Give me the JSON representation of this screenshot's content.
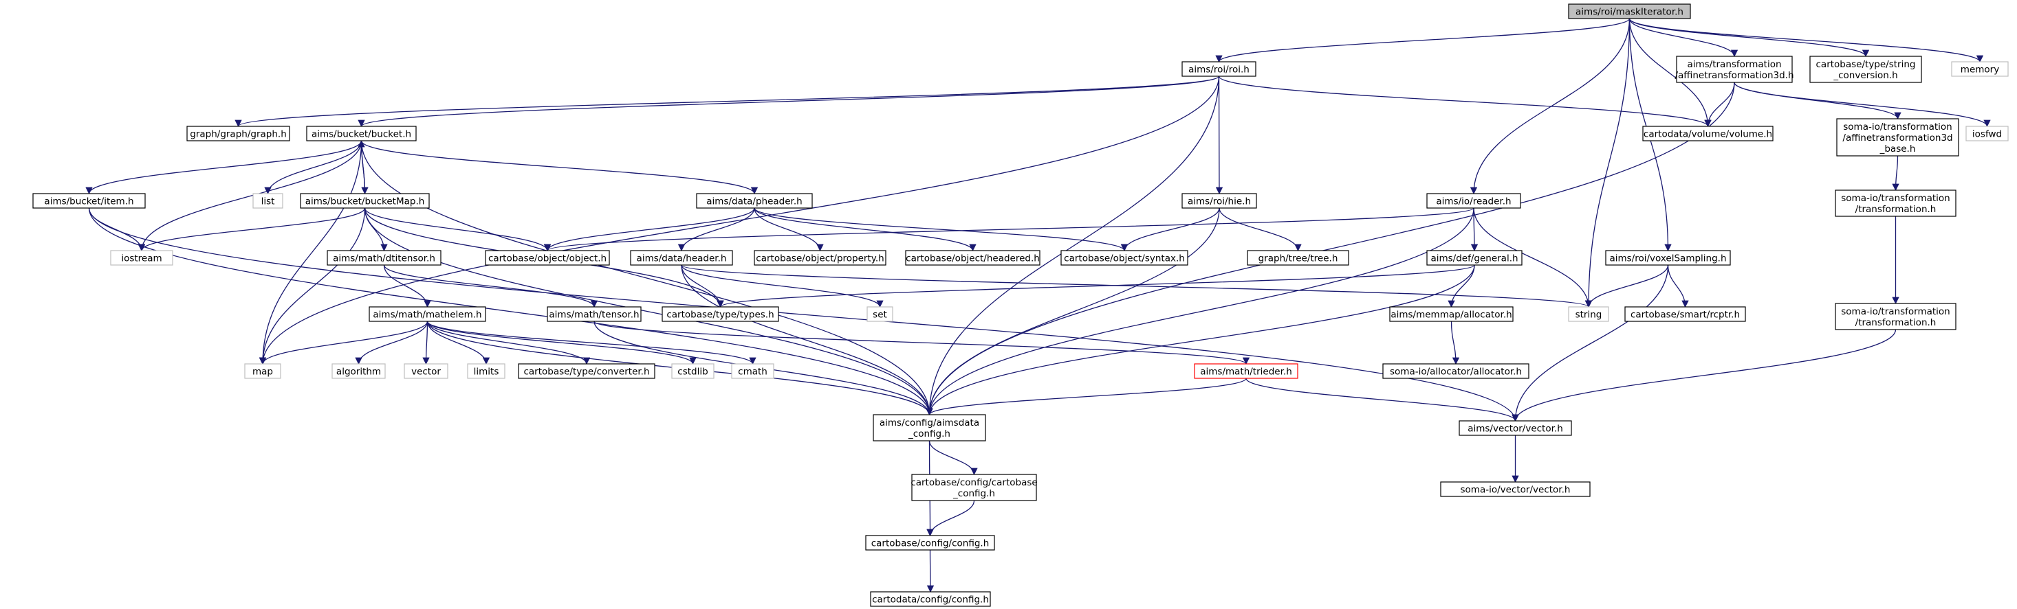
{
  "diagram": {
    "type": "include-dependency-graph",
    "colors": {
      "root_fill": "#bfbfbf",
      "node_fill": "#ffffff",
      "node_border": "#000000",
      "external_border": "#bfbfbf",
      "missing_border": "#ff0000",
      "edge": "#191970"
    },
    "nodes": [
      {
        "id": "maskiterator",
        "label": "aims/roi/maskIterator.h",
        "style": "root"
      },
      {
        "id": "roi",
        "label": "aims/roi/roi.h",
        "style": "normal"
      },
      {
        "id": "affinetrans",
        "label": "aims/transformation\n/affinetransformation3d.h",
        "style": "normal"
      },
      {
        "id": "stringconv",
        "label": "cartobase/type/string\n_conversion.h",
        "style": "normal"
      },
      {
        "id": "memory",
        "label": "memory",
        "style": "external"
      },
      {
        "id": "graph",
        "label": "graph/graph/graph.h",
        "style": "normal"
      },
      {
        "id": "bucket",
        "label": "aims/bucket/bucket.h",
        "style": "normal"
      },
      {
        "id": "volume",
        "label": "cartodata/volume/volume.h",
        "style": "normal"
      },
      {
        "id": "iosfwd",
        "label": "iosfwd",
        "style": "external"
      },
      {
        "id": "somaaffinebase",
        "label": "soma-io/transformation\n/affinetransformation3d\n_base.h",
        "style": "normal"
      },
      {
        "id": "somatransformation1",
        "label": "soma-io/transformation\n/transformation.h",
        "style": "normal"
      },
      {
        "id": "somatransformation2",
        "label": "soma-io/transformation\n/transformation.h",
        "style": "normal"
      },
      {
        "id": "list",
        "label": "list",
        "style": "external"
      },
      {
        "id": "item",
        "label": "aims/bucket/item.h",
        "style": "normal"
      },
      {
        "id": "bucketmap",
        "label": "aims/bucket/bucketMap.h",
        "style": "normal"
      },
      {
        "id": "pheader",
        "label": "aims/data/pheader.h",
        "style": "normal"
      },
      {
        "id": "hie",
        "label": "aims/roi/hie.h",
        "style": "normal"
      },
      {
        "id": "reader",
        "label": "aims/io/reader.h",
        "style": "normal"
      },
      {
        "id": "voxelsampling",
        "label": "aims/roi/voxelSampling.h",
        "style": "normal"
      },
      {
        "id": "iostream",
        "label": "iostream",
        "style": "external"
      },
      {
        "id": "object",
        "label": "cartobase/object/object.h",
        "style": "normal"
      },
      {
        "id": "property",
        "label": "cartobase/object/property.h",
        "style": "normal"
      },
      {
        "id": "headered",
        "label": "cartobase/object/headered.h",
        "style": "normal"
      },
      {
        "id": "syntax",
        "label": "cartobase/object/syntax.h",
        "style": "normal"
      },
      {
        "id": "tree",
        "label": "graph/tree/tree.h",
        "style": "normal"
      },
      {
        "id": "general",
        "label": "aims/def/general.h",
        "style": "normal"
      },
      {
        "id": "dtitensor",
        "label": "aims/math/dtitensor.h",
        "style": "normal"
      },
      {
        "id": "header",
        "label": "aims/data/header.h",
        "style": "normal"
      },
      {
        "id": "types",
        "label": "cartobase/type/types.h",
        "style": "normal"
      },
      {
        "id": "set",
        "label": "set",
        "style": "external"
      },
      {
        "id": "string",
        "label": "string",
        "style": "external"
      },
      {
        "id": "rcptr",
        "label": "cartobase/smart/rcptr.h",
        "style": "normal"
      },
      {
        "id": "mathelem",
        "label": "aims/math/mathelem.h",
        "style": "normal"
      },
      {
        "id": "tensor",
        "label": "aims/math/tensor.h",
        "style": "normal"
      },
      {
        "id": "allocatorh",
        "label": "aims/memmap/allocator.h",
        "style": "normal"
      },
      {
        "id": "map",
        "label": "map",
        "style": "external"
      },
      {
        "id": "algorithm",
        "label": "algorithm",
        "style": "external"
      },
      {
        "id": "vectorstd",
        "label": "vector",
        "style": "external"
      },
      {
        "id": "limits",
        "label": "limits",
        "style": "external"
      },
      {
        "id": "converter",
        "label": "cartobase/type/converter.h",
        "style": "normal"
      },
      {
        "id": "cstdlib",
        "label": "cstdlib",
        "style": "external"
      },
      {
        "id": "cmath",
        "label": "cmath",
        "style": "external"
      },
      {
        "id": "trieder",
        "label": "aims/math/trieder.h",
        "style": "missing"
      },
      {
        "id": "somaallocator",
        "label": "soma-io/allocator/allocator.h",
        "style": "normal"
      },
      {
        "id": "aimsdataconfig",
        "label": "aims/config/aimsdata\n_config.h",
        "style": "normal"
      },
      {
        "id": "aimsvector",
        "label": "aims/vector/vector.h",
        "style": "normal"
      },
      {
        "id": "cartobaseconfig",
        "label": "cartobase/config/cartobase\n_config.h",
        "style": "normal"
      },
      {
        "id": "somavector",
        "label": "soma-io/vector/vector.h",
        "style": "normal"
      },
      {
        "id": "configh",
        "label": "cartobase/config/config.h",
        "style": "normal"
      },
      {
        "id": "cartodataconfig",
        "label": "cartodata/config/config.h",
        "style": "normal"
      }
    ],
    "edges": [
      [
        "maskiterator",
        "roi"
      ],
      [
        "maskiterator",
        "affinetrans"
      ],
      [
        "maskiterator",
        "stringconv"
      ],
      [
        "maskiterator",
        "memory"
      ],
      [
        "maskiterator",
        "volume"
      ],
      [
        "maskiterator",
        "reader"
      ],
      [
        "maskiterator",
        "voxelsampling"
      ],
      [
        "maskiterator",
        "string"
      ],
      [
        "roi",
        "graph"
      ],
      [
        "roi",
        "bucket"
      ],
      [
        "roi",
        "volume"
      ],
      [
        "roi",
        "hie"
      ],
      [
        "roi",
        "aimsdataconfig"
      ],
      [
        "roi",
        "map"
      ],
      [
        "affinetrans",
        "volume"
      ],
      [
        "affinetrans",
        "iosfwd"
      ],
      [
        "affinetrans",
        "somaaffinebase"
      ],
      [
        "affinetrans",
        "aimsdataconfig"
      ],
      [
        "somaaffinebase",
        "somatransformation1"
      ],
      [
        "somatransformation1",
        "somatransformation2"
      ],
      [
        "somatransformation2",
        "aimsvector"
      ],
      [
        "bucket",
        "list"
      ],
      [
        "bucket",
        "item"
      ],
      [
        "bucket",
        "bucketmap"
      ],
      [
        "bucket",
        "pheader"
      ],
      [
        "bucket",
        "iostream"
      ],
      [
        "bucket",
        "map"
      ],
      [
        "bucket",
        "aimsdataconfig"
      ],
      [
        "bucketmap",
        "bucket"
      ],
      [
        "bucketmap",
        "iostream"
      ],
      [
        "bucketmap",
        "object"
      ],
      [
        "bucketmap",
        "dtitensor"
      ],
      [
        "bucketmap",
        "types"
      ],
      [
        "bucketmap",
        "map"
      ],
      [
        "bucketmap",
        "aimsdataconfig"
      ],
      [
        "item",
        "iostream"
      ],
      [
        "item",
        "aimsdataconfig"
      ],
      [
        "item",
        "aimsvector"
      ],
      [
        "pheader",
        "object"
      ],
      [
        "pheader",
        "property"
      ],
      [
        "pheader",
        "headered"
      ],
      [
        "pheader",
        "syntax"
      ],
      [
        "pheader",
        "header"
      ],
      [
        "hie",
        "syntax"
      ],
      [
        "hie",
        "tree"
      ],
      [
        "hie",
        "aimsdataconfig"
      ],
      [
        "reader",
        "object"
      ],
      [
        "reader",
        "general"
      ],
      [
        "reader",
        "string"
      ],
      [
        "reader",
        "aimsdataconfig"
      ],
      [
        "voxelsampling",
        "string"
      ],
      [
        "voxelsampling",
        "rcptr"
      ],
      [
        "voxelsampling",
        "aimsvector"
      ],
      [
        "general",
        "types"
      ],
      [
        "general",
        "allocatorh"
      ],
      [
        "general",
        "aimsdataconfig"
      ],
      [
        "allocatorh",
        "somaallocator"
      ],
      [
        "dtitensor",
        "mathelem"
      ],
      [
        "dtitensor",
        "tensor"
      ],
      [
        "header",
        "types"
      ],
      [
        "header",
        "set"
      ],
      [
        "header",
        "string"
      ],
      [
        "header",
        "aimsdataconfig"
      ],
      [
        "mathelem",
        "map"
      ],
      [
        "mathelem",
        "algorithm"
      ],
      [
        "mathelem",
        "vectorstd"
      ],
      [
        "mathelem",
        "limits"
      ],
      [
        "mathelem",
        "converter"
      ],
      [
        "mathelem",
        "cstdlib"
      ],
      [
        "mathelem",
        "cmath"
      ],
      [
        "mathelem",
        "aimsdataconfig"
      ],
      [
        "tensor",
        "trieder"
      ],
      [
        "tensor",
        "aimsdataconfig"
      ],
      [
        "trieder",
        "aimsdataconfig"
      ],
      [
        "trieder",
        "aimsvector"
      ],
      [
        "aimsdataconfig",
        "cartobaseconfig"
      ],
      [
        "aimsdataconfig",
        "configh"
      ],
      [
        "cartobaseconfig",
        "configh"
      ],
      [
        "configh",
        "cartodataconfig"
      ],
      [
        "aimsvector",
        "somavector"
      ]
    ]
  }
}
